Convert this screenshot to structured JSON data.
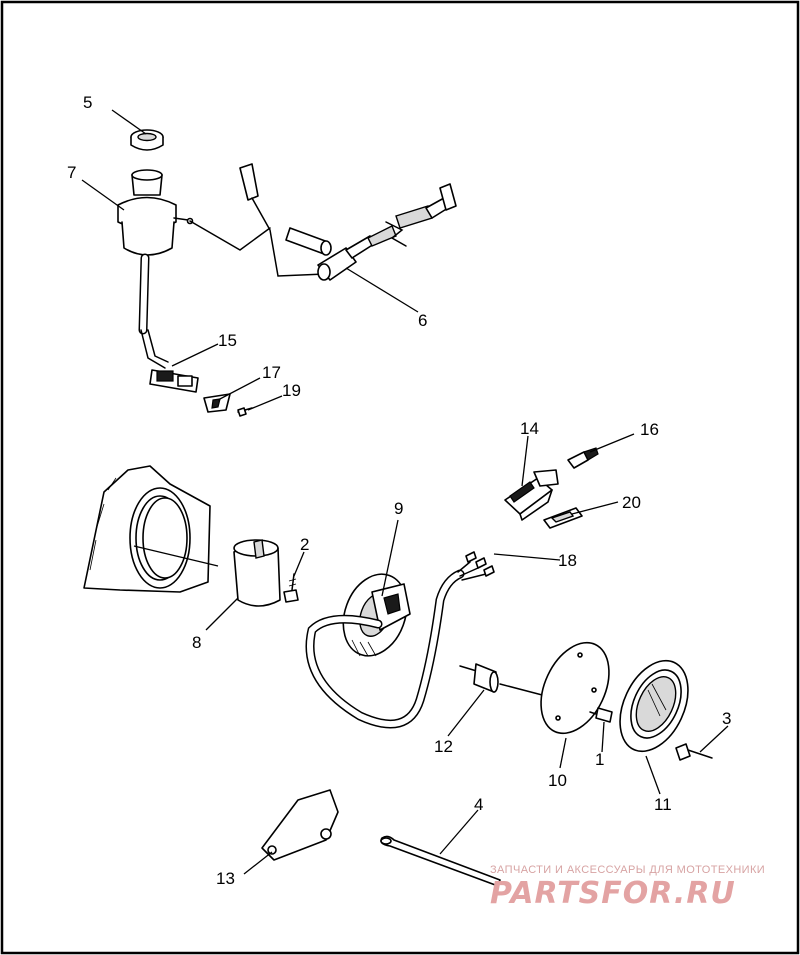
{
  "diagram": {
    "callouts": [
      {
        "id": "1",
        "label": "1"
      },
      {
        "id": "2",
        "label": "2"
      },
      {
        "id": "3",
        "label": "3"
      },
      {
        "id": "4",
        "label": "4"
      },
      {
        "id": "5",
        "label": "5"
      },
      {
        "id": "6",
        "label": "6"
      },
      {
        "id": "7",
        "label": "7"
      },
      {
        "id": "8",
        "label": "8"
      },
      {
        "id": "9",
        "label": "9"
      },
      {
        "id": "10",
        "label": "10"
      },
      {
        "id": "11",
        "label": "11"
      },
      {
        "id": "12",
        "label": "12"
      },
      {
        "id": "13",
        "label": "13"
      },
      {
        "id": "14",
        "label": "14"
      },
      {
        "id": "15",
        "label": "15"
      },
      {
        "id": "16",
        "label": "16"
      },
      {
        "id": "17",
        "label": "17"
      },
      {
        "id": "18",
        "label": "18"
      },
      {
        "id": "19",
        "label": "19"
      },
      {
        "id": "20",
        "label": "20"
      }
    ]
  },
  "watermark": {
    "tagline": "ЗАПЧАСТИ И АКСЕССУАРЫ ДЛЯ МОТОТЕХНИКИ",
    "logo": "PARTSFOR.RU",
    "color": "#e3a3a3"
  }
}
